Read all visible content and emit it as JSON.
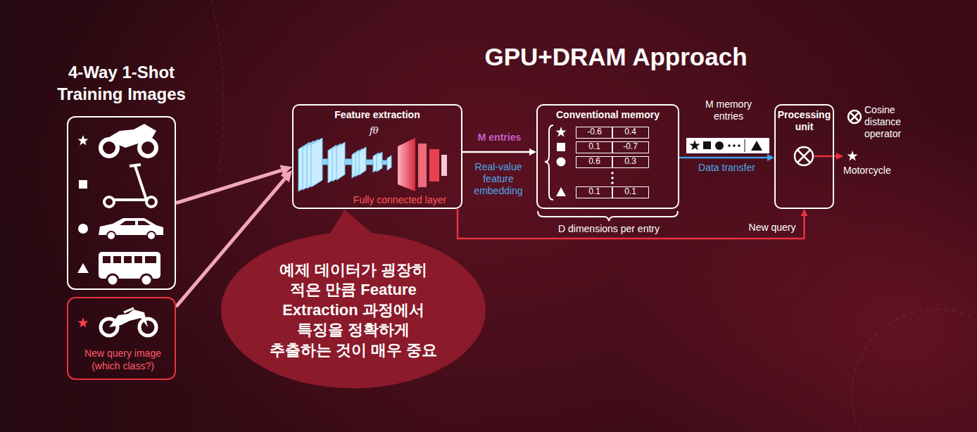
{
  "diagram": {
    "title": "GPU+DRAM Approach",
    "nodes": [
      {
        "text": [
          "4-Way 1-Shot Training Images"
        ]
      },
      {
        "text": [
          "New query image (which class?)"
        ]
      },
      {
        "text": [
          "Feature extraction",
          "fθ",
          "Fully connected layer"
        ]
      },
      {
        "text": [
          "Conventional memory"
        ]
      },
      {
        "text": [
          "Processing unit"
        ]
      },
      {
        "text": [
          "예제 데이터가 굉장히 적은 만큼 Feature Extraction 과정에서 특징을 정확하게 추출하는 것이 매우 중요"
        ]
      }
    ],
    "edges": [
      {
        "from": 0,
        "to": 2,
        "arrow": "to"
      },
      {
        "from": 1,
        "to": 2,
        "arrow": "to"
      },
      {
        "from": 2,
        "to": 3,
        "label": "M entries",
        "arrow": "to"
      },
      {
        "from": 3,
        "to": 4,
        "label": "Data transfer",
        "arrow": "to"
      },
      {
        "from": 2,
        "to": 4,
        "label": "New query",
        "arrow": "to"
      }
    ],
    "labels": [
      "Real-value feature embedding",
      "-0.6",
      "0.4",
      "0.1",
      "-0.7",
      "0.6",
      "0.3",
      "0.1",
      "0.1",
      "D dimensions per entry",
      "M memory entries",
      "Cosine distance operator",
      "Motorcycle"
    ]
  }
}
